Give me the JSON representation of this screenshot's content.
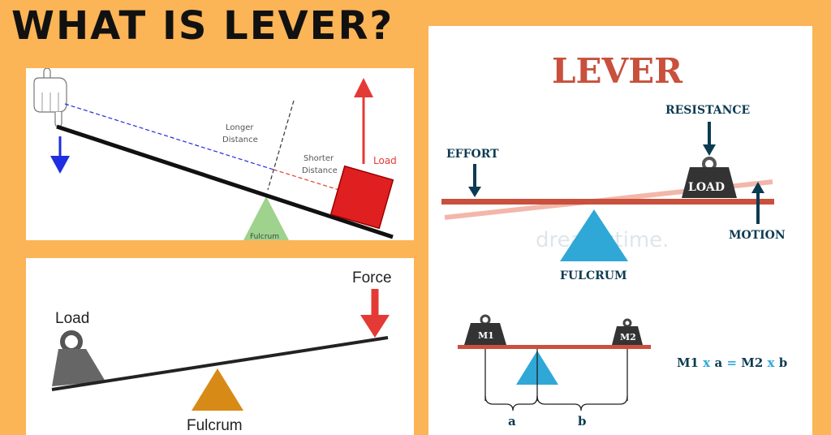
{
  "title": "WHAT IS LEVER?",
  "panel_a": {
    "longer_line1": "Longer",
    "longer_line2": "Distance",
    "shorter_line1": "Shorter",
    "shorter_line2": "Distance",
    "load": "Load",
    "fulcrum": "Fulcrum"
  },
  "panel_b": {
    "load": "Load",
    "force": "Force",
    "fulcrum": "Fulcrum"
  },
  "panel_c": {
    "heading": "LEVER",
    "resistance": "RESISTANCE",
    "effort": "EFFORT",
    "load": "LOAD",
    "motion": "MOTION",
    "fulcrum": "FULCRUM",
    "watermark": "dreamstime.",
    "m1": "M1",
    "m2": "M2",
    "a": "a",
    "b": "b",
    "eq_left": "M1",
    "eq_x1": "x",
    "eq_a": "a",
    "eq_equals": "=",
    "eq_right": "M2",
    "eq_x2": "x",
    "eq_b": "b"
  },
  "colors": {
    "background": "#fbb456",
    "arrow_red": "#e53935",
    "arrow_blue": "#1e2ee0",
    "fulcrum_green": "#9fd28d",
    "fulcrum_orange": "#d78b16",
    "fulcrum_cyan": "#2fa8d8",
    "beam_red": "#c8503c",
    "navy": "#0d3b52"
  }
}
